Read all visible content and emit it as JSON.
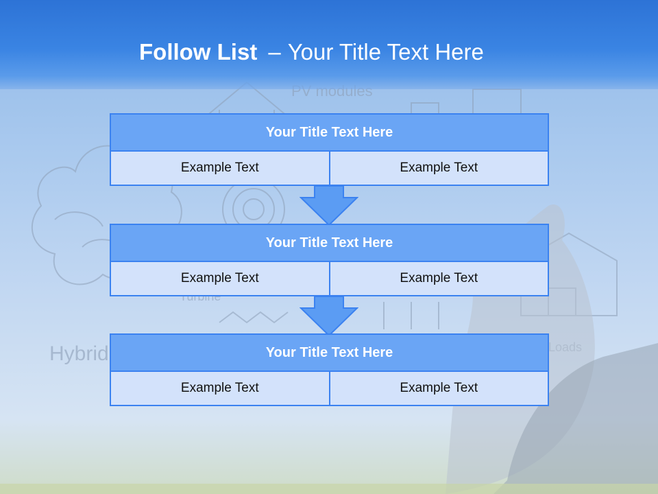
{
  "header": {
    "title_bold": "Follow List",
    "title_separator": "–",
    "title_rest": "Your Title Text Here"
  },
  "background": {
    "sketch_labels": [
      "PV modules",
      "Hybrid",
      "Loads",
      "Turbine"
    ]
  },
  "blocks": [
    {
      "title": "Your Title Text Here",
      "left": "Example Text",
      "right": "Example Text"
    },
    {
      "title": "Your Title Text Here",
      "left": "Example Text",
      "right": "Example Text"
    },
    {
      "title": "Your Title Text Here",
      "left": "Example Text",
      "right": "Example Text"
    }
  ],
  "colors": {
    "header": "#2d73d6",
    "block_title": "#6aa5f5",
    "block_border": "#3b82f0",
    "cell": "#d3e2fb"
  }
}
